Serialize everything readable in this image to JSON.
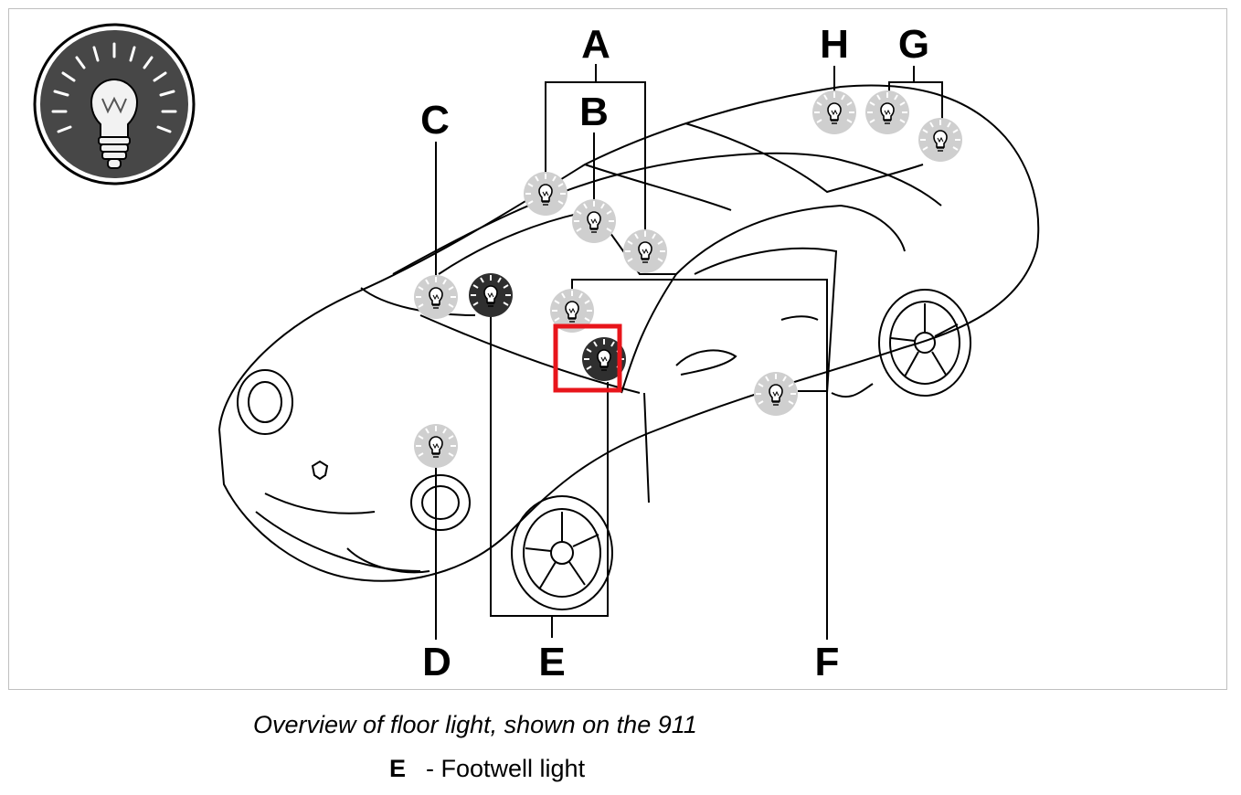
{
  "diagram": {
    "labels": {
      "A": "A",
      "B": "B",
      "C": "C",
      "D": "D",
      "E": "E",
      "F": "F",
      "G": "G",
      "H": "H"
    },
    "icon": "light-bulb-icon",
    "highlight_color": "#e8151b",
    "bulb_inactive_color": "#cfcfcf",
    "bulb_active_color": "#2f2f2f"
  },
  "caption": "Overview of floor light, shown on the 911",
  "legend": {
    "key": "E",
    "text": "- Footwell light"
  }
}
